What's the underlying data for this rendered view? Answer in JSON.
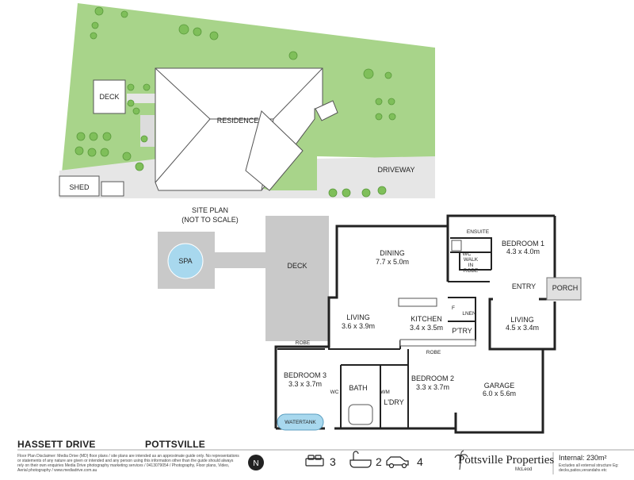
{
  "site": {
    "labels": {
      "deck": "DECK",
      "residence": "RESIDENCE",
      "shed": "SHED",
      "driveway": "DRIVEWAY"
    },
    "caption_line1": "SITE PLAN",
    "caption_line2": "(NOT TO SCALE)"
  },
  "floor_plan": {
    "spa": "SPA",
    "deck": "DECK",
    "dining": {
      "name": "DINING",
      "size": "7.7 x 5.0m"
    },
    "living_main": {
      "name": "LIVING",
      "size": "3.6 x 3.9m"
    },
    "kitchen": {
      "name": "KITCHEN",
      "size": "3.4 x 3.5m"
    },
    "bedroom1": {
      "name": "BEDROOM 1",
      "size": "4.3 x 4.0m"
    },
    "ensuite": "ENSUITE",
    "wc_ensuite": "WC",
    "walk_in_robe": [
      "WALK",
      "IN",
      "ROBE"
    ],
    "entry": "ENTRY",
    "porch": "PORCH",
    "living2": {
      "name": "LIVING",
      "size": "4.5 x 3.4m"
    },
    "pantry": "P'TRY",
    "fridge": "F",
    "linen": "LNEN",
    "robe3": "ROBE",
    "robe2": "ROBE",
    "bedroom3": {
      "name": "BEDROOM 3",
      "size": "3.3 x 3.7m"
    },
    "bath": "BATH",
    "wc": "WC",
    "wm": "WM",
    "laundry": "L'DRY",
    "bedroom2": {
      "name": "BEDROOM 2",
      "size": "3.3 x 3.7m"
    },
    "garage": {
      "name": "GARAGE",
      "size": "6.0 x 5.6m"
    },
    "watertank": "WATERTANK"
  },
  "footer": {
    "street": "HASSETT DRIVE",
    "suburb": "POTTSVILLE",
    "disclaimer": "Floor Plan Disclaimer: Media Drive (MD) floor plans / site plans are intended as an approximate guide only. No representations or statements of any nature are given or intended and any person using this information other than the guide should always rely on their own enquiries Media Drive photography marketing services / 0413079054 / Photography, Floor plans, Video, Aerial photography / www.mediadrive.com.au",
    "compass_letter": "N",
    "beds": "3",
    "baths": "2",
    "cars": "4",
    "brand": "Pottsville Properties",
    "brand_sub": "McLeod",
    "internal": "Internal: 230m²",
    "internal_note": "Excludes all external structure Eg: decks,patios,verandahs etc"
  },
  "colors": {
    "lawn": "#a8d48a",
    "paving": "#e4e4e4",
    "deck": "#c9c9c9",
    "spa_water": "#a8d8ee",
    "wall": "#222222"
  }
}
